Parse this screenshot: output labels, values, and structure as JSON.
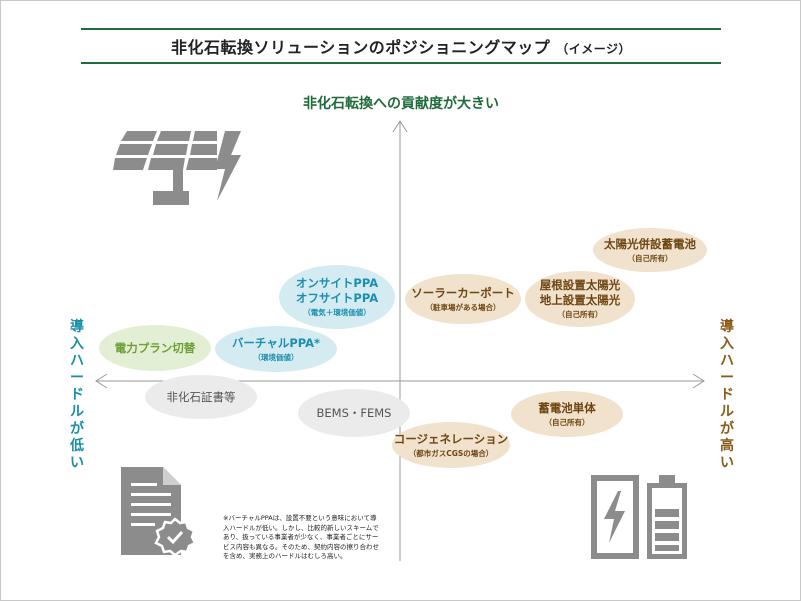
{
  "title": {
    "main": "非化石転換ソリューションのポジショニングマップ",
    "suffix": "（イメージ）"
  },
  "axes": {
    "top": "非化石転換への貢献度が大きい",
    "left": "導入ハードルが低い",
    "right": "導入ハードルが高い"
  },
  "items": {
    "onsite_ppa": {
      "line1": "オンサイトPPA",
      "line2": "オフサイトPPA",
      "note": "（電気＋環境価値）"
    },
    "virtual_ppa": {
      "line1": "バーチャルPPA*",
      "note": "（環境価値）"
    },
    "power_plan": {
      "line1": "電力プラン切替"
    },
    "nonfossil_cert": {
      "line1": "非化石証書等"
    },
    "bems": {
      "line1": "BEMS・FEMS"
    },
    "solar_carport": {
      "line1": "ソーラーカーポート",
      "note": "（駐車場がある場合）"
    },
    "rooftop_solar": {
      "line1": "屋根設置太陽光",
      "line2": "地上設置太陽光",
      "note": "（自己所有）"
    },
    "solar_battery": {
      "line1": "太陽光併設蓄電池",
      "note": "（自己所有）"
    },
    "battery_only": {
      "line1": "蓄電池単体",
      "note": "（自己所有）"
    },
    "cogeneration": {
      "line1": "コージェネレーション",
      "note": "（都市ガスCGSの場合）"
    }
  },
  "footnote": "※バーチャルPPAは、設置不要という意味において導入ハードルが低い。しかし、比較的新しいスキームであり、扱っている事業者が少なく、事業者ごとにサービス内容も異なる。そのため、契約内容の擦り合わせを含め、実務上のハードルはむしろ高い。",
  "icons": [
    "solar-panel-icon",
    "certificate-icon",
    "battery-storage-icon"
  ],
  "colors": {
    "title_rule": "#1f6b3a",
    "low_hurdle": "#1a8fa8",
    "high_hurdle": "#8a5a17",
    "icon": "#8c8c8c"
  }
}
